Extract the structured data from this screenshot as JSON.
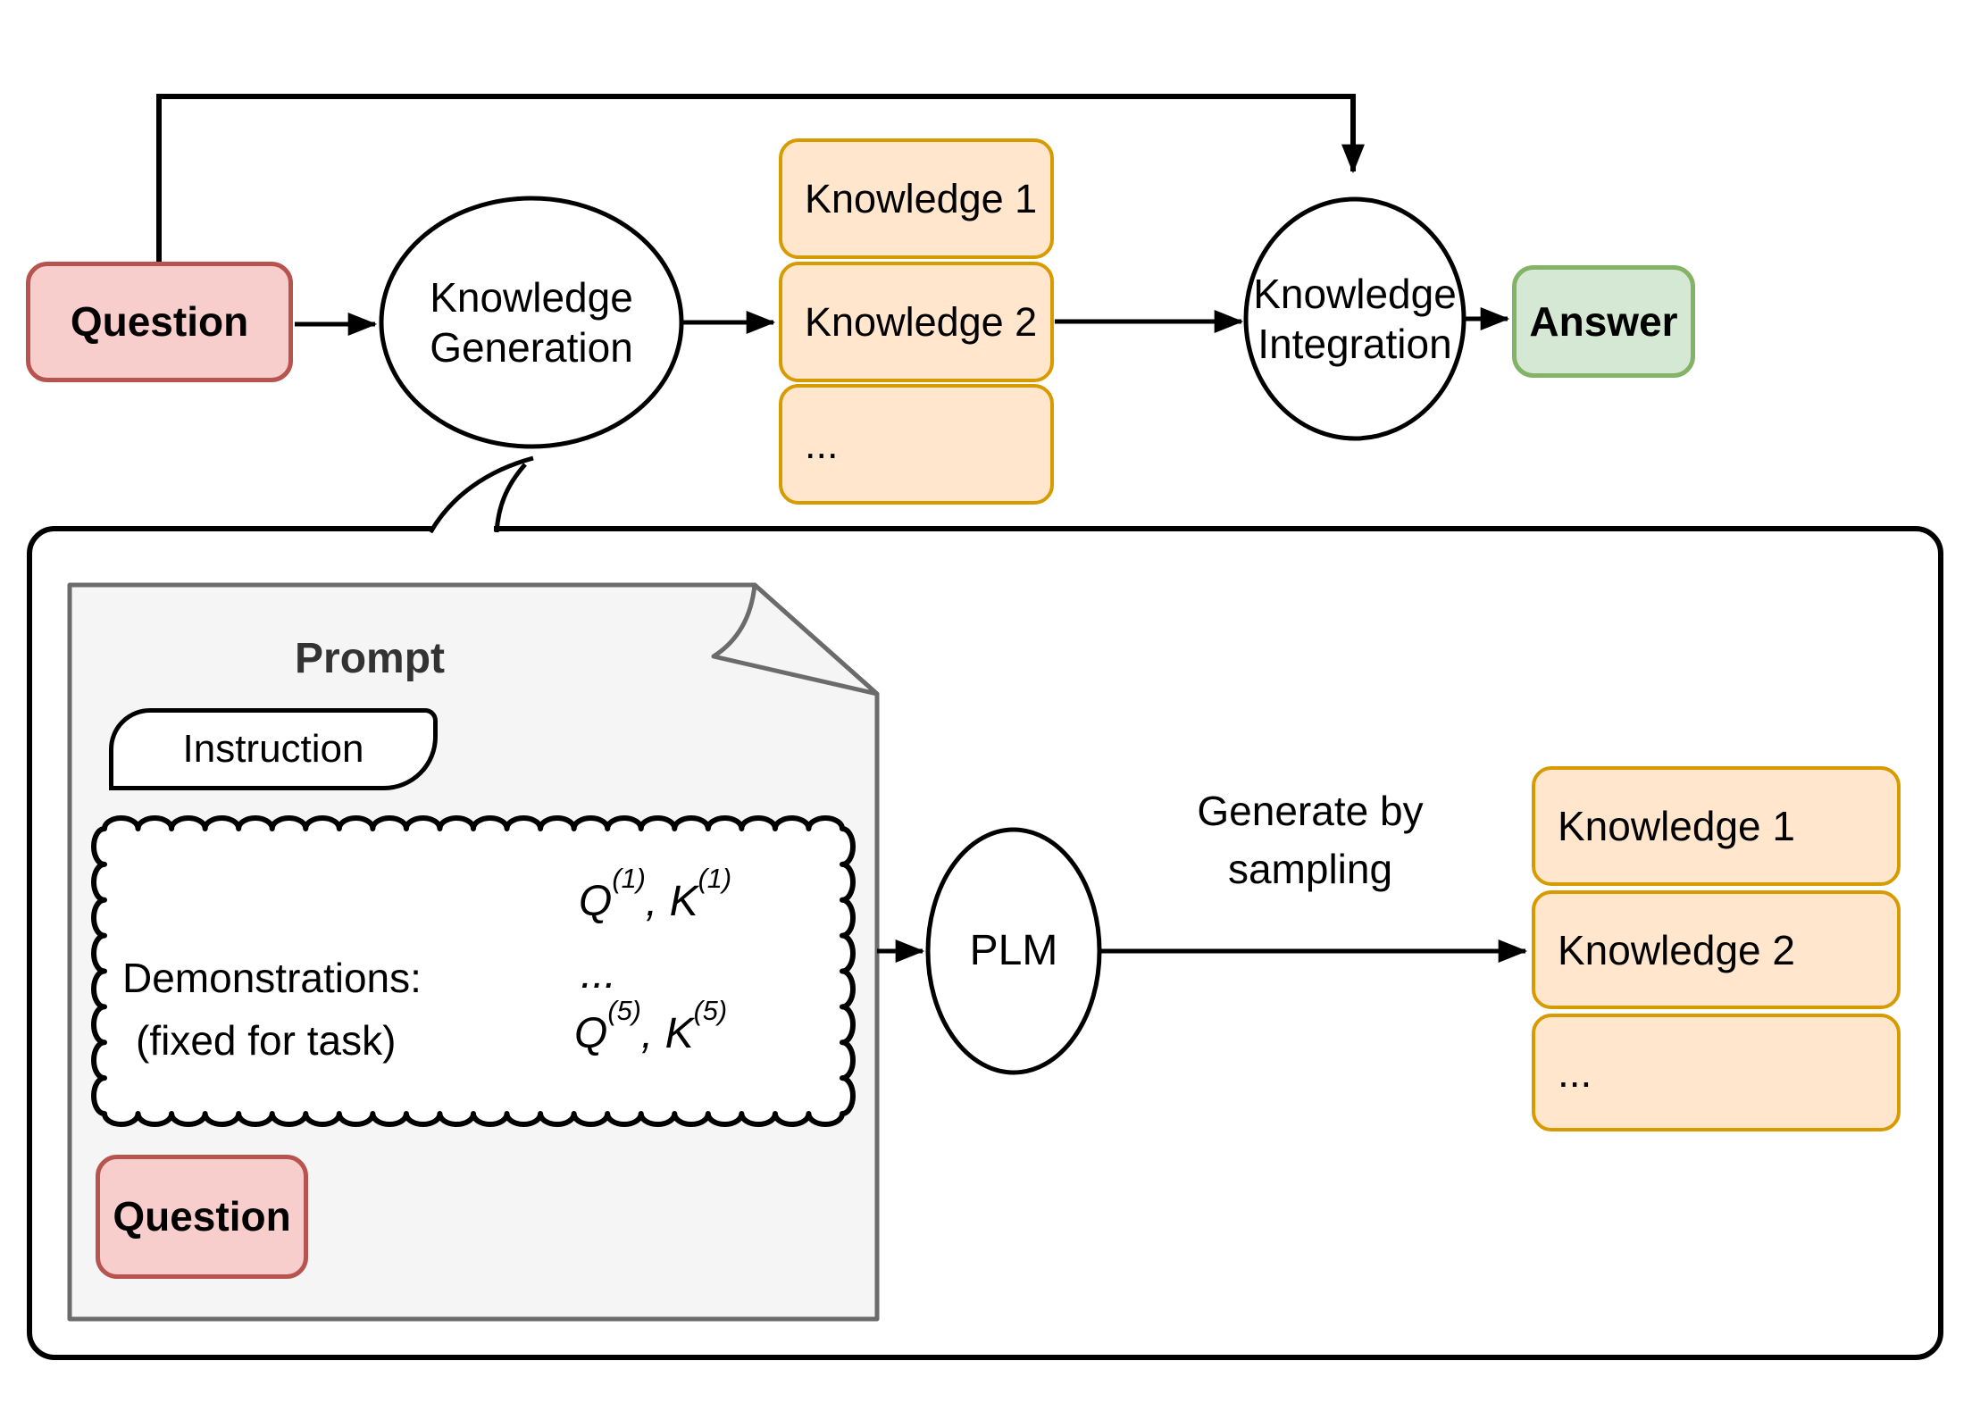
{
  "colors": {
    "pink_fill": "#f8cecc",
    "pink_stroke": "#b85450",
    "orange_fill": "#ffe6cc",
    "orange_stroke": "#d79b00",
    "green_fill": "#d5e8d4",
    "green_stroke": "#82b366",
    "doc_fill": "#f5f5f5",
    "doc_stroke": "#6b6b6b",
    "title_color": "#333333",
    "line_color": "#000000"
  },
  "pipeline": {
    "question_label": "Question",
    "generation_label": "Knowledge\nGeneration",
    "integration_label": "Knowledge\nIntegration",
    "answer_label": "Answer",
    "knowledge_items": [
      "Knowledge 1",
      "Knowledge 2",
      "..."
    ]
  },
  "detail": {
    "prompt_title": "Prompt",
    "instruction_label": "Instruction",
    "demonstrations": {
      "label": "Demonstrations:",
      "note": "(fixed for task)",
      "row1": {
        "t1": "Q",
        "s1": "(1)",
        "t2": ", K",
        "s2": "(1)"
      },
      "ellipsis": "...",
      "row3": {
        "t1": "Q",
        "s1": "(5)",
        "t2": ", K",
        "s2": "(5)"
      }
    },
    "question_label": "Question",
    "plm_label": "PLM",
    "arrow_label": "Generate by\nsampling",
    "knowledge_items": [
      "Knowledge 1",
      "Knowledge 2",
      "..."
    ]
  }
}
